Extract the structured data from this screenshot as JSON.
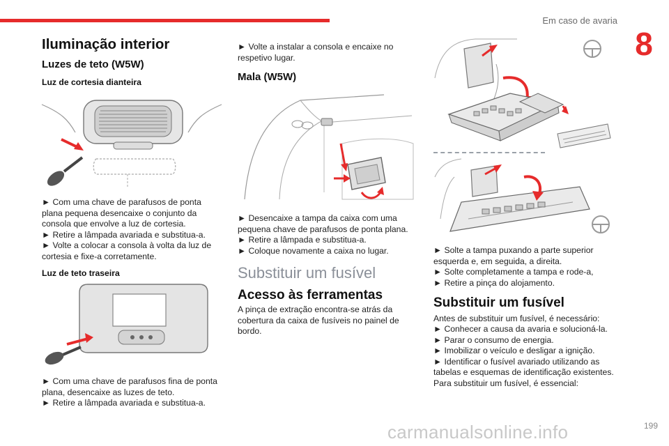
{
  "header": {
    "section_title": "Em caso de avaria",
    "chapter_number": "8"
  },
  "col1": {
    "title": "Iluminação interior",
    "subtitle": "Luzes de teto (W5W)",
    "front_label": "Luz de cortesia dianteira",
    "front_steps": [
      "► Com uma chave de parafusos de ponta plana pequena desencaixe o conjunto da consola que envolve a luz de cortesia.",
      "► Retire a lâmpada avariada e substitua-a.",
      "► Volte a colocar a consola à volta da luz de cortesia e fixe-a corretamente."
    ],
    "rear_label": "Luz de teto traseira",
    "rear_steps": [
      "► Com uma chave de parafusos fina de ponta plana, desencaixe as luzes de teto.",
      "► Retire a lâmpada avariada e substitua-a."
    ]
  },
  "col2": {
    "intro_step": "► Volte a instalar a consola e encaixe no respetivo lugar.",
    "boot_title": "Mala (W5W)",
    "boot_steps": [
      "► Desencaixe a tampa da caixa com uma pequena chave de parafusos de ponta plana.",
      "► Retire a lâmpada e substitua-a.",
      "► Coloque novamente a caixa no lugar."
    ],
    "fuse_title": "Substituir um fusível",
    "tools_title": "Acesso às ferramentas",
    "tools_text": "A pinça de extração encontra-se atrás da cobertura da caixa de fusíveis no painel de bordo."
  },
  "col3": {
    "cover_steps": [
      "► Solte a tampa puxando a parte superior esquerda e, em seguida, a direita.",
      "► Solte completamente a tampa e rode-a,",
      "► Retire a pinça do alojamento."
    ],
    "fuse_title": "Substituir um fusível",
    "intro": "Antes de substituir um fusível, é necessário:",
    "steps": [
      "► Conhecer a causa da avaria e solucioná-la.",
      "► Parar o consumo de energia.",
      "► Imobilizar o veículo e desligar a ignição.",
      "► Identificar o fusível avariado utilizando as tabelas e esquemas de identificação existentes."
    ],
    "outro": "Para substituir um fusível, é essencial:"
  },
  "footer": {
    "page_number": "199",
    "watermark": "carmanualsonline.info"
  },
  "colors": {
    "accent": "#e62b2b",
    "grey_heading": "#8a8f98"
  },
  "icons": [
    "steering-wheel-icon",
    "screwdriver-icon",
    "arrow-icon"
  ]
}
